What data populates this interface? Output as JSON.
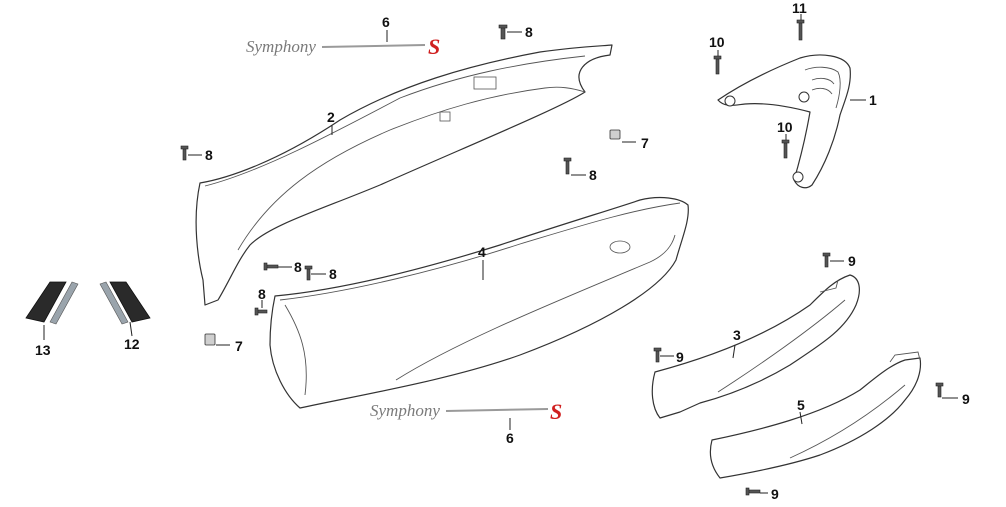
{
  "callouts": {
    "c1": "1",
    "c2": "2",
    "c3": "3",
    "c4": "4",
    "c5": "5",
    "c6a": "6",
    "c6b": "6",
    "c7a": "7",
    "c7b": "7",
    "c8a": "8",
    "c8b": "8",
    "c8c": "8",
    "c8d": "8",
    "c8e": "8",
    "c8f": "8",
    "c9a": "9",
    "c9b": "9",
    "c9c": "9",
    "c9d": "9",
    "c10a": "10",
    "c10b": "10",
    "c11": "11",
    "c12": "12",
    "c13": "13"
  },
  "emblem": {
    "text": "Symphony",
    "suffix": "S"
  },
  "colors": {
    "line": "#333333",
    "emblem_gray": "#7a7a7a",
    "emblem_red": "#d02020",
    "sticker_dark": "#2a2a2a",
    "sticker_light": "#9aa4ac"
  }
}
